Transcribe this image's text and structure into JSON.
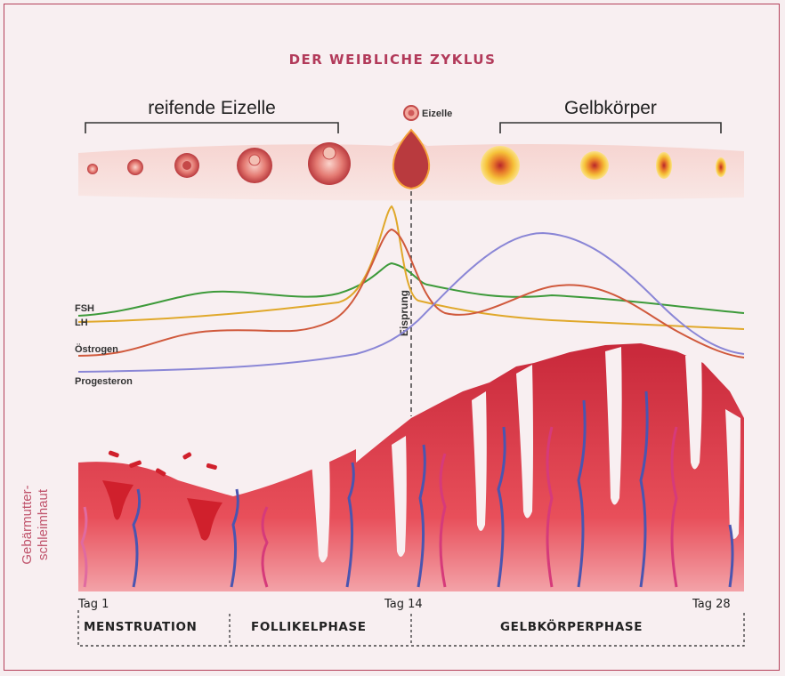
{
  "title": "DER WEIBLICHE ZYKLUS",
  "labels": {
    "reifende_eizelle": "reifende Eizelle",
    "eizelle": "Eizelle",
    "gelbkoerper": "Gelbkörper",
    "eisprung": "Eisprung",
    "uterus_line1": "Gebärmutter-",
    "uterus_line2": "schleimhaut"
  },
  "hormones": [
    {
      "name": "FSH",
      "color": "#3d9a3a"
    },
    {
      "name": "LH",
      "color": "#e0a82a"
    },
    {
      "name": "Östrogen",
      "color": "#d0593c"
    },
    {
      "name": "Progesteron",
      "color": "#8a86d6"
    }
  ],
  "days": {
    "start": "Tag 1",
    "mid": "Tag 14",
    "end": "Tag 28"
  },
  "phases": [
    "MENSTRUATION",
    "FOLLIKELPHASE",
    "GELBKÖRPERPHASE"
  ],
  "colors": {
    "accent": "#b23a5a",
    "tissue": "#d93a4a",
    "vein": "#4a55b0",
    "artery": "#d63a7a"
  }
}
